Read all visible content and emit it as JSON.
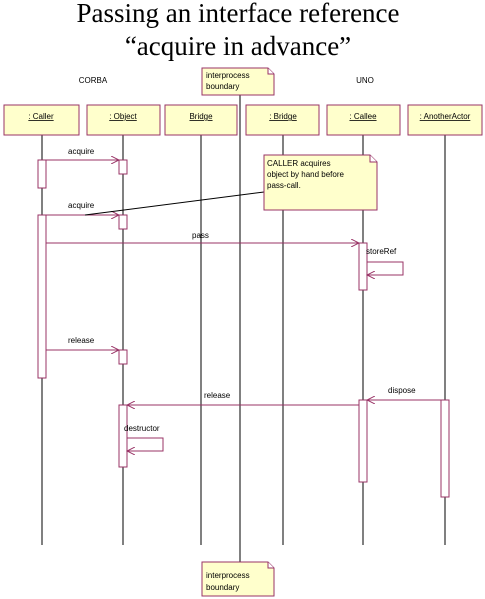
{
  "title_line1": "Passing an interface reference",
  "title_line2": "“acquire in advance”",
  "region_left": "CORBA",
  "region_right": "UNO",
  "boundary_note": [
    "interprocess",
    "boundary"
  ],
  "caller_note": [
    "CALLER acquires",
    "object by hand before",
    "pass-call."
  ],
  "actors": [
    " : Caller",
    " : Object",
    "Bridge",
    " : Bridge",
    " : Callee",
    " : AnotherActor"
  ],
  "messages": {
    "acquire1": "acquire",
    "acquire2": "acquire",
    "pass": "pass",
    "storeRef": "storeRef",
    "release1": "release",
    "dispose": "dispose",
    "release2": "release",
    "destructor": "destructor"
  },
  "colors": {
    "box_fill": "#ffffcc",
    "stroke": "#993366"
  }
}
